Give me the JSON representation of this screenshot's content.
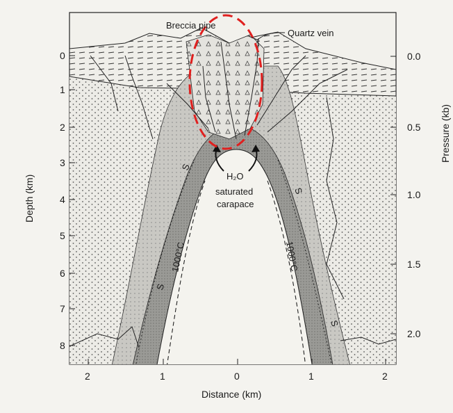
{
  "diagram": {
    "labels": {
      "breccia_pipe": "Breccia pipe",
      "quartz_vein": "Quartz vein",
      "h2o": "H₂O",
      "saturated": "saturated",
      "carapace": "carapace",
      "isotherm_left": "1000°C",
      "isotherm_right": "1000°C",
      "s_marker": "S"
    },
    "x_axis": {
      "label": "Distance (km)",
      "ticks": [
        "2",
        "1",
        "0",
        "1",
        "2"
      ]
    },
    "y_axis_left": {
      "label": "Depth (km)",
      "ticks": [
        "0",
        "1",
        "2",
        "3",
        "4",
        "5",
        "6",
        "7",
        "8"
      ]
    },
    "y_axis_right": {
      "label": "Pressure (kb)",
      "ticks": [
        "0.0",
        "0.5",
        "1.0",
        "1.5",
        "2.0"
      ]
    },
    "highlight": {
      "shape": "ellipse",
      "style": "dashed",
      "color": "#e0201f",
      "target": "Breccia pipe"
    }
  }
}
